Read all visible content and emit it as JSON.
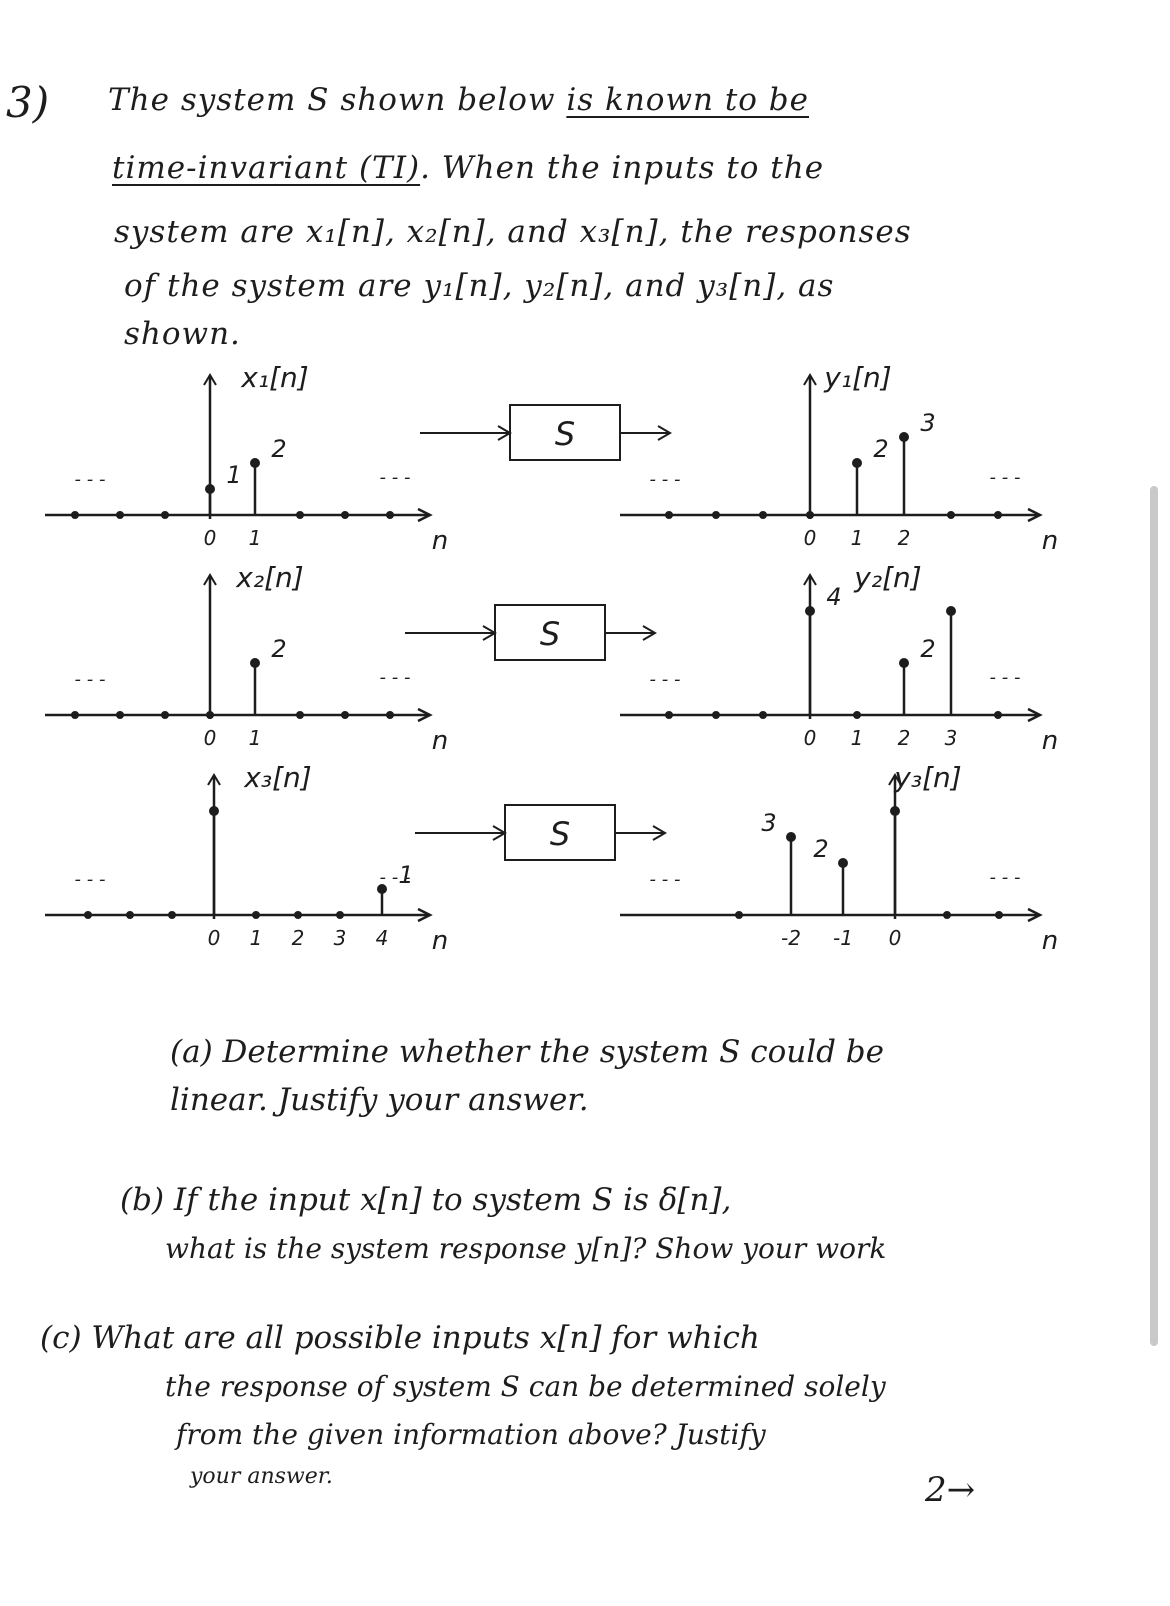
{
  "problem": {
    "number": "3)",
    "lines": [
      {
        "a": "The system S shown below ",
        "u": "is known to be"
      },
      {
        "u": "time-invariant (TI)",
        "a": ". When the inputs to the"
      },
      {
        "a": "system are x₁[n], x₂[n], and x₃[n], the responses"
      },
      {
        "a": "of the system are y₁[n], y₂[n], and y₃[n], as"
      },
      {
        "a": "shown."
      }
    ]
  },
  "diagram": {
    "system_label": "S",
    "ellipsis": "- - -",
    "n_label": "n",
    "rows": [
      {
        "input": {
          "label": "x₁[n]",
          "samples": [
            {
              "n": 0,
              "v": 1
            },
            {
              "n": 1,
              "v": 2
            }
          ],
          "ticks": [
            "0",
            "1"
          ],
          "value_labels": [
            "1",
            "2"
          ]
        },
        "output": {
          "label": "y₁[n]",
          "samples": [
            {
              "n": 1,
              "v": 2
            },
            {
              "n": 2,
              "v": 3
            }
          ],
          "ticks": [
            "0",
            "1",
            "2"
          ],
          "value_labels": [
            "2",
            "3"
          ]
        }
      },
      {
        "input": {
          "label": "x₂[n]",
          "samples": [
            {
              "n": 1,
              "v": 2
            }
          ],
          "ticks": [
            "0",
            "1"
          ],
          "value_labels": [
            "2"
          ]
        },
        "output": {
          "label": "y₂[n]",
          "samples": [
            {
              "n": 0,
              "v": 4
            },
            {
              "n": 2,
              "v": 2
            },
            {
              "n": 3,
              "v": 4
            }
          ],
          "ticks": [
            "0",
            "1",
            "2",
            "3"
          ],
          "value_labels": [
            "2",
            "4"
          ]
        }
      },
      {
        "input": {
          "label": "x₃[n]",
          "samples": [
            {
              "n": 0,
              "v": 4
            },
            {
              "n": 4,
              "v": 1
            }
          ],
          "ticks": [
            "0",
            "1",
            "2",
            "3",
            "4"
          ],
          "value_labels": [
            "1"
          ]
        },
        "output": {
          "label": "y₃[n]",
          "samples": [
            {
              "n": -2,
              "v": 3
            },
            {
              "n": -1,
              "v": 2
            },
            {
              "n": 0,
              "v": 4
            }
          ],
          "ticks": [
            "-2",
            "-1",
            "0"
          ],
          "value_labels": [
            "3",
            "2"
          ]
        }
      }
    ]
  },
  "parts": {
    "a": {
      "line1": "(a) Determine whether the system S could be",
      "line2": "linear. Justify your answer."
    },
    "b": {
      "line1": "(b) If the input x[n] to system S is δ[n],",
      "line2": "what is the system response y[n]? Show your work"
    },
    "c": {
      "line1": "(c) What are all possible inputs x[n] for which",
      "line2": "the response of system S can be determined solely",
      "line3": "from the given information above? Justify",
      "line4": "your answer."
    }
  },
  "footer": {
    "next_page": "2→"
  }
}
